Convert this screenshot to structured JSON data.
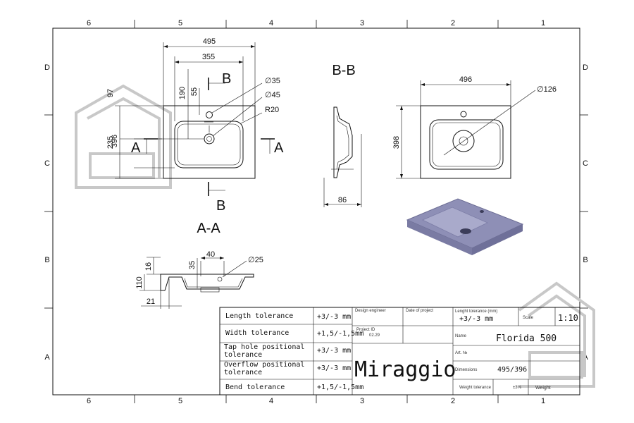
{
  "zones": {
    "columns": [
      "6",
      "5",
      "4",
      "3",
      "2",
      "1"
    ],
    "rows": [
      "D",
      "C",
      "B",
      "A"
    ]
  },
  "views": {
    "top": {
      "dims": {
        "w495": "495",
        "w355": "355",
        "h190": "190",
        "h55": "55",
        "h97": "97",
        "h396": "396",
        "h235": "235",
        "d35": "∅35",
        "d45": "∅45",
        "r20": "R20"
      },
      "section_letters": {
        "b_top": "B",
        "b_bottom": "B",
        "a_left": "A",
        "a_right": "A"
      },
      "caption": "A-A"
    },
    "side": {
      "caption": "B-B",
      "dims": {
        "d86": "86"
      }
    },
    "right": {
      "dims": {
        "w496": "496",
        "h398": "398",
        "d126": "∅126"
      }
    },
    "section": {
      "dims": {
        "w40": "40",
        "h35": "35",
        "d25": "∅25",
        "h16": "16",
        "h110": "110",
        "w21": "21"
      }
    }
  },
  "title_block": {
    "rows": [
      {
        "label": "Length tolerance",
        "value": "+3/-3 mm"
      },
      {
        "label": "Width tolerance",
        "value": "+1,5/-1,5mm"
      },
      {
        "label": "Tap hole positional tolerance",
        "value": "+3/-3 mm"
      },
      {
        "label": "Overflow positional tolerance",
        "value": "+3/-3 mm"
      },
      {
        "label": "Bend tolerance",
        "value": "+1,5/-1,5mm"
      }
    ],
    "design_engineer": "Design engineer",
    "date_of_project": "Date of project",
    "project_id_label": "Project ID",
    "project_id_value": "02.29",
    "length_tol_label": "Lenght tolerance (mm)",
    "length_tol_value": "+3/-3 mm",
    "scale_label": "Scale",
    "scale_value": "1:10",
    "name_label": "Name",
    "name_value": "Florida 500",
    "art_label": "Art. №",
    "dimensions_label": "Dimensions",
    "dimensions_value": "495/396",
    "weight_tol_label": "Weight tolerance",
    "weight_tol_value": "±3%",
    "weight_label": "Weight",
    "brand": "Miraggio"
  },
  "colors": {
    "basin_fill": "#8e8fb6",
    "basin_inner": "#a9aacb",
    "logo": "#c8c8c8"
  },
  "icons": [
    "house-logo-icon"
  ]
}
